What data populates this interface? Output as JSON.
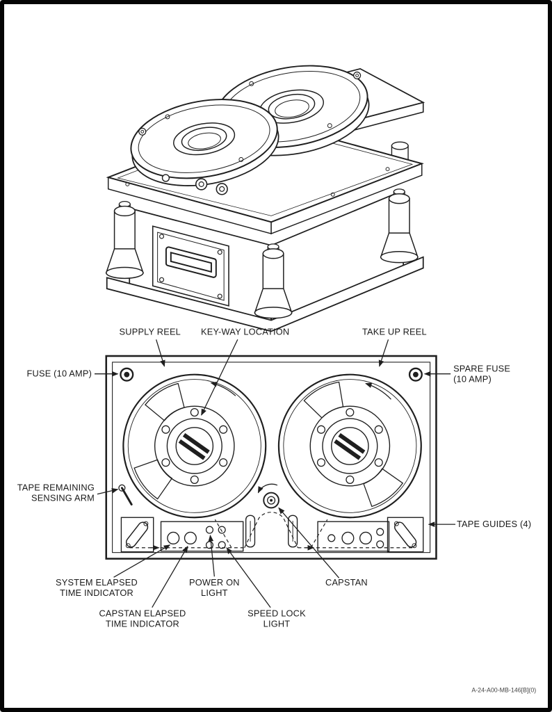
{
  "figure": {
    "code": "A-24-A00-MB-146[B](0)"
  },
  "callouts": {
    "supply_reel": "SUPPLY REEL",
    "keyway_location": "KEY-WAY LOCATION",
    "take_up_reel": "TAKE UP REEL",
    "fuse": "FUSE (10 AMP)",
    "spare_fuse": {
      "line1": "SPARE FUSE",
      "line2": "(10 AMP)"
    },
    "tape_remaining": {
      "line1": "TAPE REMAINING",
      "line2": "SENSING ARM"
    },
    "tape_guides": "TAPE GUIDES (4)",
    "system_elapsed": {
      "line1": "SYSTEM ELAPSED",
      "line2": "TIME INDICATOR"
    },
    "power_on": {
      "line1": "POWER ON",
      "line2": "LIGHT"
    },
    "capstan": "CAPSTAN",
    "speed_lock": {
      "line1": "SPEED LOCK",
      "line2": "LIGHT"
    },
    "capstan_elapsed": {
      "line1": "CAPSTAN ELAPSED",
      "line2": "TIME INDICATOR"
    }
  },
  "colors": {
    "ink": "#1f1f1f",
    "paper": "#ffffff",
    "frame": "#050505"
  }
}
